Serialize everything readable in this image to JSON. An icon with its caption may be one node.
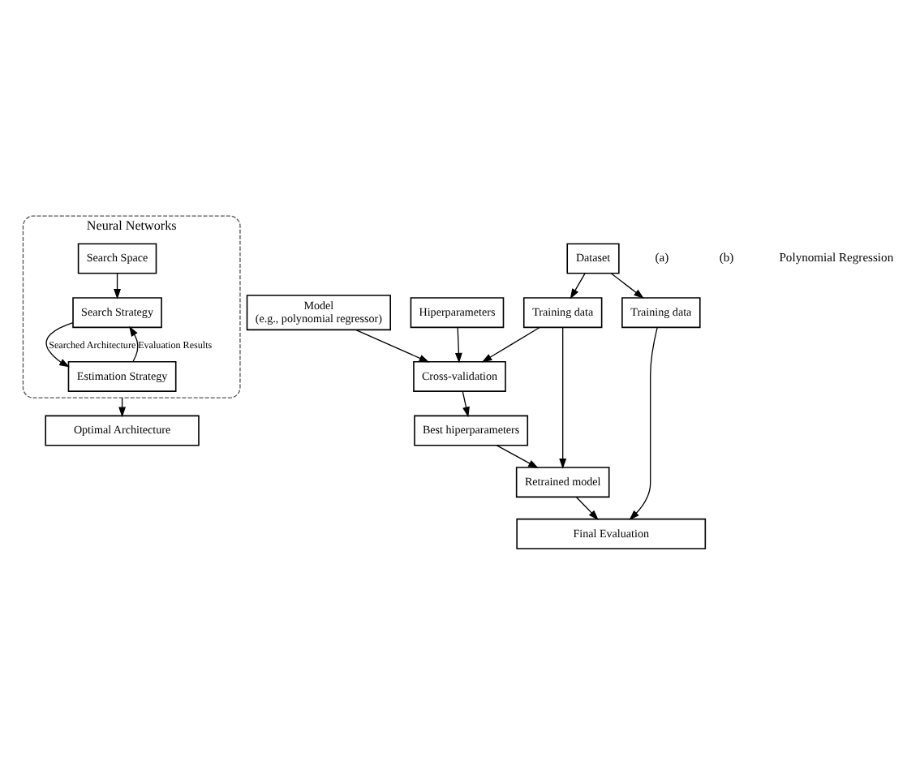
{
  "diagram": {
    "nodes": [
      {
        "text": [
          "Neural Networks"
        ]
      },
      {
        "text": [
          "Search Space"
        ],
        "in": 0
      },
      {
        "text": [
          "Search Strategy"
        ],
        "in": 0
      },
      {
        "text": [
          "Estimation Strategy"
        ],
        "in": 0
      },
      {
        "text": [
          "Optimal Architecture"
        ]
      },
      {
        "text": [
          "Model",
          "(e.g., polynomial regressor)"
        ]
      },
      {
        "text": [
          "Hiperparameters"
        ]
      },
      {
        "text": [
          "Cross-validation"
        ]
      },
      {
        "text": [
          "Best hiperparameters"
        ]
      },
      {
        "text": [
          "Training data"
        ]
      },
      {
        "text": [
          "Retrained model"
        ]
      },
      {
        "text": [
          "Dataset"
        ]
      },
      {
        "text": [
          "Training data"
        ]
      },
      {
        "text": [
          "Final Evaluation"
        ]
      }
    ],
    "edges": [
      {
        "from": 1,
        "to": 2,
        "arrow": "to"
      },
      {
        "from": 2,
        "to": 3,
        "arrow": "to",
        "label": "Searched Architecture"
      },
      {
        "from": 3,
        "to": 2,
        "arrow": "to",
        "label": "Evaluation Results"
      },
      {
        "from": 0,
        "to": 4,
        "arrow": "to"
      },
      {
        "from": 5,
        "to": 7,
        "arrow": "to"
      },
      {
        "from": 6,
        "to": 7,
        "arrow": "to"
      },
      {
        "from": 7,
        "to": 8,
        "arrow": "to"
      },
      {
        "from": 9,
        "to": 7,
        "arrow": "to"
      },
      {
        "from": 9,
        "to": 10,
        "arrow": "to"
      },
      {
        "from": 8,
        "to": 10,
        "arrow": "to"
      },
      {
        "from": 11,
        "to": 9,
        "arrow": "to"
      },
      {
        "from": 11,
        "to": 12,
        "arrow": "to"
      },
      {
        "from": 10,
        "to": 13,
        "arrow": "to"
      },
      {
        "from": 12,
        "to": 13,
        "arrow": "to"
      }
    ],
    "labels": [
      "(a)",
      "(b)",
      "Polynomial Regression"
    ]
  }
}
